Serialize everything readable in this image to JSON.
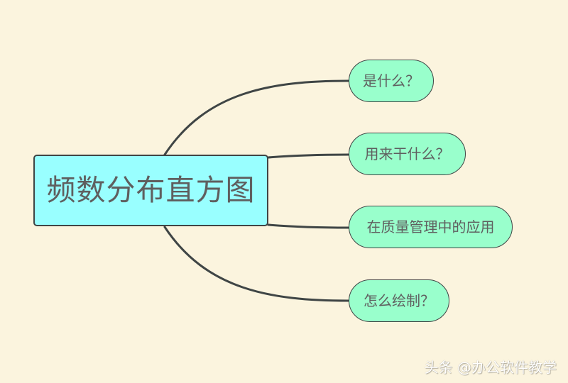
{
  "mindmap": {
    "central_topic": "频数分布直方图",
    "branches": [
      {
        "label": "是什么？"
      },
      {
        "label": "用来干什么？"
      },
      {
        "label": "在质量管理中的应用"
      },
      {
        "label": "怎么绘制？"
      }
    ]
  },
  "watermark": {
    "text": "头条 @办公软件教学"
  },
  "colors": {
    "background": "#fbf4de",
    "central_fill": "#99ffff",
    "branch_fill": "#99ffcc",
    "line_color": "#3f4545",
    "text_color": "#5f5f5f"
  }
}
